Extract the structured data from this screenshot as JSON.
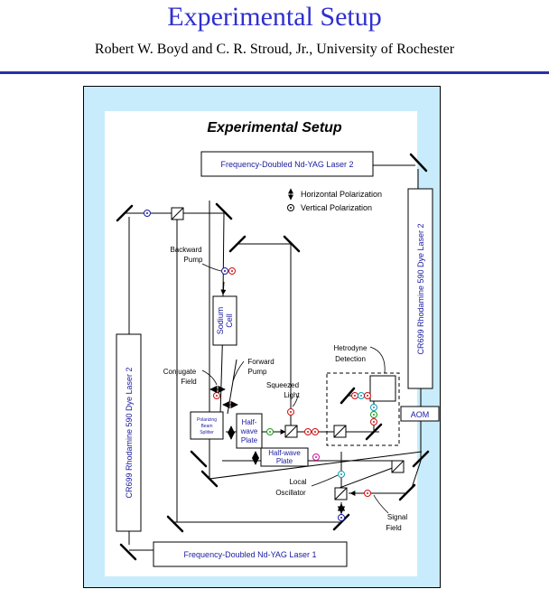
{
  "slide": {
    "title": "Experimental Setup",
    "subtitle": "Robert W. Boyd and C. R. Stroud, Jr., University of Rochester"
  },
  "diagram": {
    "title": "Experimental Setup",
    "legend": {
      "horizontal": "Horizontal Polarization",
      "vertical": "Vertical Polarization"
    },
    "components": {
      "laser2": "Frequency-Doubled Nd-YAG Laser 2",
      "laser1": "Frequency-Doubled Nd-YAG Laser 1",
      "dye_laser_right": "CR699 Rhodamine 590 Dye Laser 2",
      "dye_laser_left": "CR699 Rhodamine 590 Dye Laser 2",
      "aom": "AOM",
      "sodium_cell_line1": "Sodium",
      "sodium_cell_line2": "Cell",
      "pbs_line1": "Polarizing",
      "pbs_line2": "Beam",
      "pbs_line3": "Splitter",
      "hwp1_line1": "Half-",
      "hwp1_line2": "wave",
      "hwp1_line3": "Plate",
      "hwp2_line1": "Half-wave",
      "hwp2_line2": "Plate"
    },
    "labels": {
      "backward_pump_1": "Backward",
      "backward_pump_2": "Pump",
      "forward_pump_1": "Forward",
      "forward_pump_2": "Pump",
      "conjugate_field_1": "Conjugate",
      "conjugate_field_2": "Field",
      "squeezed_light_1": "Squeezed",
      "squeezed_light_2": "Light",
      "heterodyne_1": "Hetrodyne",
      "heterodyne_2": "Detection",
      "local_osc_1": "Local",
      "local_osc_2": "Oscillator",
      "signal_field_1": "Signal",
      "signal_field_2": "Field"
    },
    "colors": {
      "vertical_pol": "#1a1aa0",
      "red_pol": "#d01010",
      "green_pol": "#1a9a1a",
      "magenta_pol": "#d010a0",
      "cyan_pol": "#10a0b0",
      "frame": "#c8ecfb"
    }
  }
}
